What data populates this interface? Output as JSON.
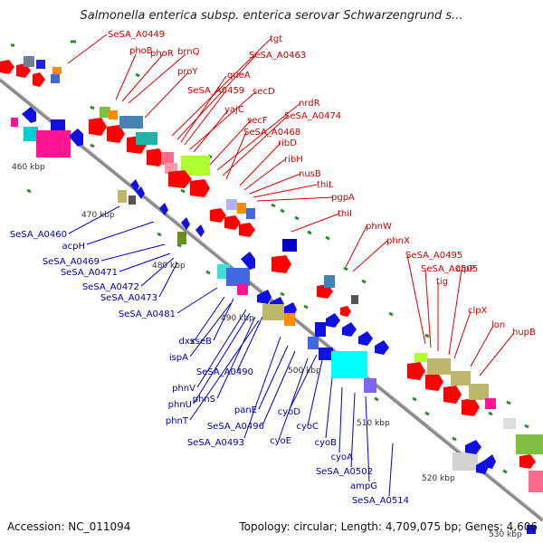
{
  "title": "Salmonella enterica subsp. enterica serovar Schwarzengrund s...",
  "footer": {
    "accession": "Accession: NC_011094",
    "summary": "Topology: circular; Length: 4,709,075 bp; Genes: 4,606"
  },
  "colors": {
    "forward_label": "#cc0000",
    "reverse_label": "#0000aa",
    "backbone": "#888888",
    "forward_gene": "#ff0000",
    "reverse_gene": "#1010e0"
  },
  "scale_labels": [
    "460 kbp",
    "470 kbp",
    "480 kbp",
    "490 kbp",
    "500 kbp",
    "510 kbp",
    "520 kbp",
    "530 kbp"
  ],
  "forward_labels": [
    "SeSA_A0449",
    "phoB",
    "phoR",
    "brnQ",
    "proY",
    "tgt",
    "SeSA_A0463",
    "queA",
    "SeSA_A0459",
    "secD",
    "yajC",
    "secF",
    "nrdR",
    "SeSA_A0474",
    "SeSA_A0468",
    "ribD",
    "ribH",
    "nusB",
    "thiL",
    "pgpA",
    "thiI",
    "phnW",
    "phnX",
    "SeSA_A0495",
    "SeSA_A0505",
    "tig",
    "clpP",
    "clpX",
    "lon",
    "hupB"
  ],
  "reverse_labels": [
    "SeSA_A0460",
    "acpH",
    "SeSA_A0469",
    "SeSA_A0471",
    "SeSA_A0472",
    "SeSA_A0473",
    "SeSA_A0481",
    "dxs",
    "xseB",
    "ispA",
    "SeSA_A0490",
    "phnV",
    "phnU",
    "phnS",
    "phnT",
    "panE",
    "SeSA_A0496",
    "SeSA_A0493",
    "cyoD",
    "cyoE",
    "cyoC",
    "cyoB",
    "cyoA",
    "SeSA_A0502",
    "ampG",
    "SeSA_A0514"
  ]
}
